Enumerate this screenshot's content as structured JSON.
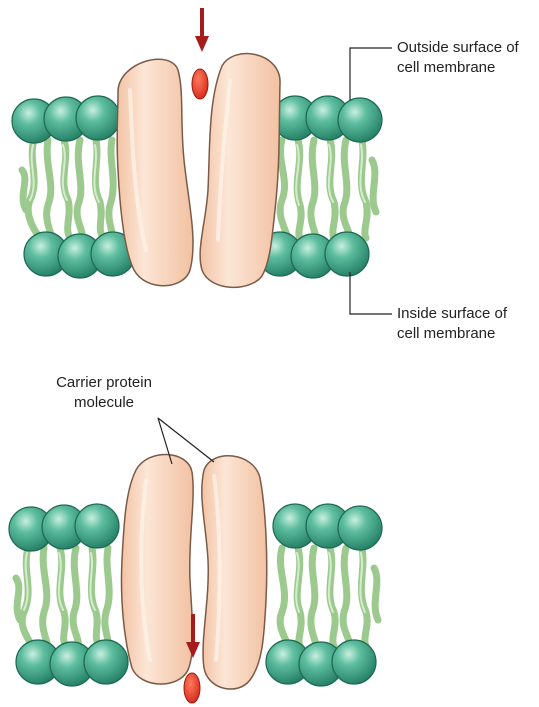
{
  "labels": {
    "outside_surface": [
      "Outside surface of",
      "cell membrane"
    ],
    "inside_surface": [
      "Inside surface of",
      "cell membrane"
    ],
    "carrier_protein": [
      "Carrier protein",
      "molecule"
    ]
  },
  "colors": {
    "lipid_head": "#3fa98a",
    "lipid_head_highlight": "#bfe8da",
    "lipid_tail": "#b5d8a8",
    "protein_fill": "#f9d9c0",
    "protein_highlight": "#fdeee2",
    "molecule": "#e63a26",
    "arrow": "#a61c1c",
    "leader_line": "#222222"
  },
  "icons": [
    "down-arrow-icon",
    "solute-molecule-icon"
  ]
}
